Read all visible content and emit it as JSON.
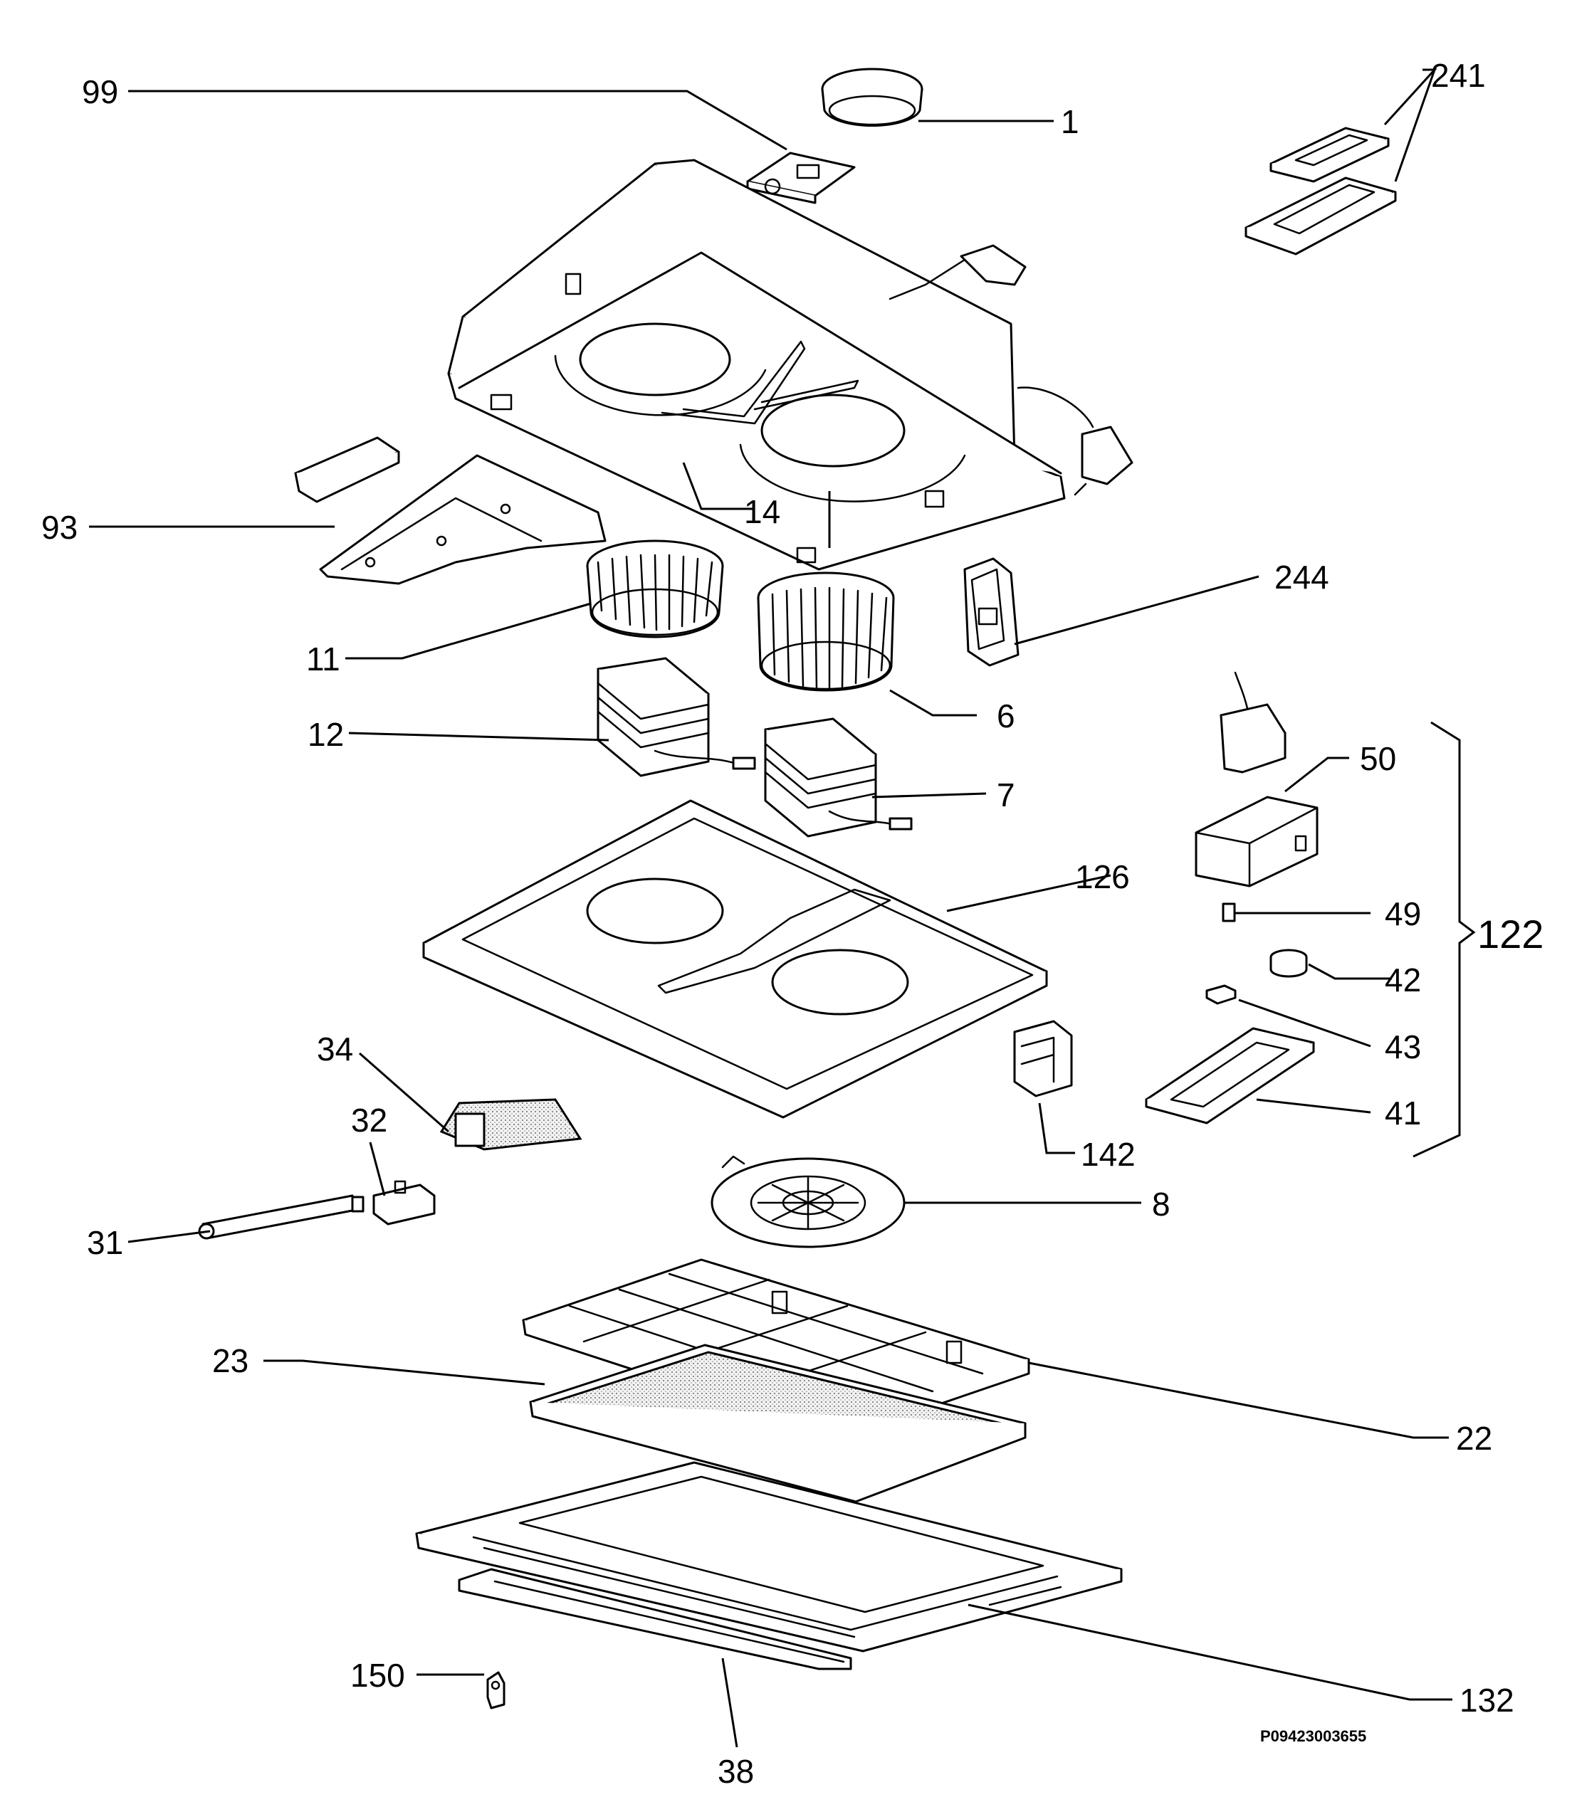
{
  "diagram": {
    "parts": [
      {
        "id": "99",
        "label": "99"
      },
      {
        "id": "1",
        "label": "1"
      },
      {
        "id": "241",
        "label": "241"
      },
      {
        "id": "93",
        "label": "93"
      },
      {
        "id": "14",
        "label": "14"
      },
      {
        "id": "244",
        "label": "244"
      },
      {
        "id": "11",
        "label": "11"
      },
      {
        "id": "6",
        "label": "6"
      },
      {
        "id": "12",
        "label": "12"
      },
      {
        "id": "7",
        "label": "7"
      },
      {
        "id": "50",
        "label": "50"
      },
      {
        "id": "126",
        "label": "126"
      },
      {
        "id": "49",
        "label": "49"
      },
      {
        "id": "122",
        "label": "122"
      },
      {
        "id": "42",
        "label": "42"
      },
      {
        "id": "43",
        "label": "43"
      },
      {
        "id": "34",
        "label": "34"
      },
      {
        "id": "41",
        "label": "41"
      },
      {
        "id": "32",
        "label": "32"
      },
      {
        "id": "142",
        "label": "142"
      },
      {
        "id": "8",
        "label": "8"
      },
      {
        "id": "31",
        "label": "31"
      },
      {
        "id": "23",
        "label": "23"
      },
      {
        "id": "22",
        "label": "22"
      },
      {
        "id": "150",
        "label": "150"
      },
      {
        "id": "132",
        "label": "132"
      },
      {
        "id": "38",
        "label": "38"
      }
    ],
    "drawing_code": "P09423003655"
  }
}
